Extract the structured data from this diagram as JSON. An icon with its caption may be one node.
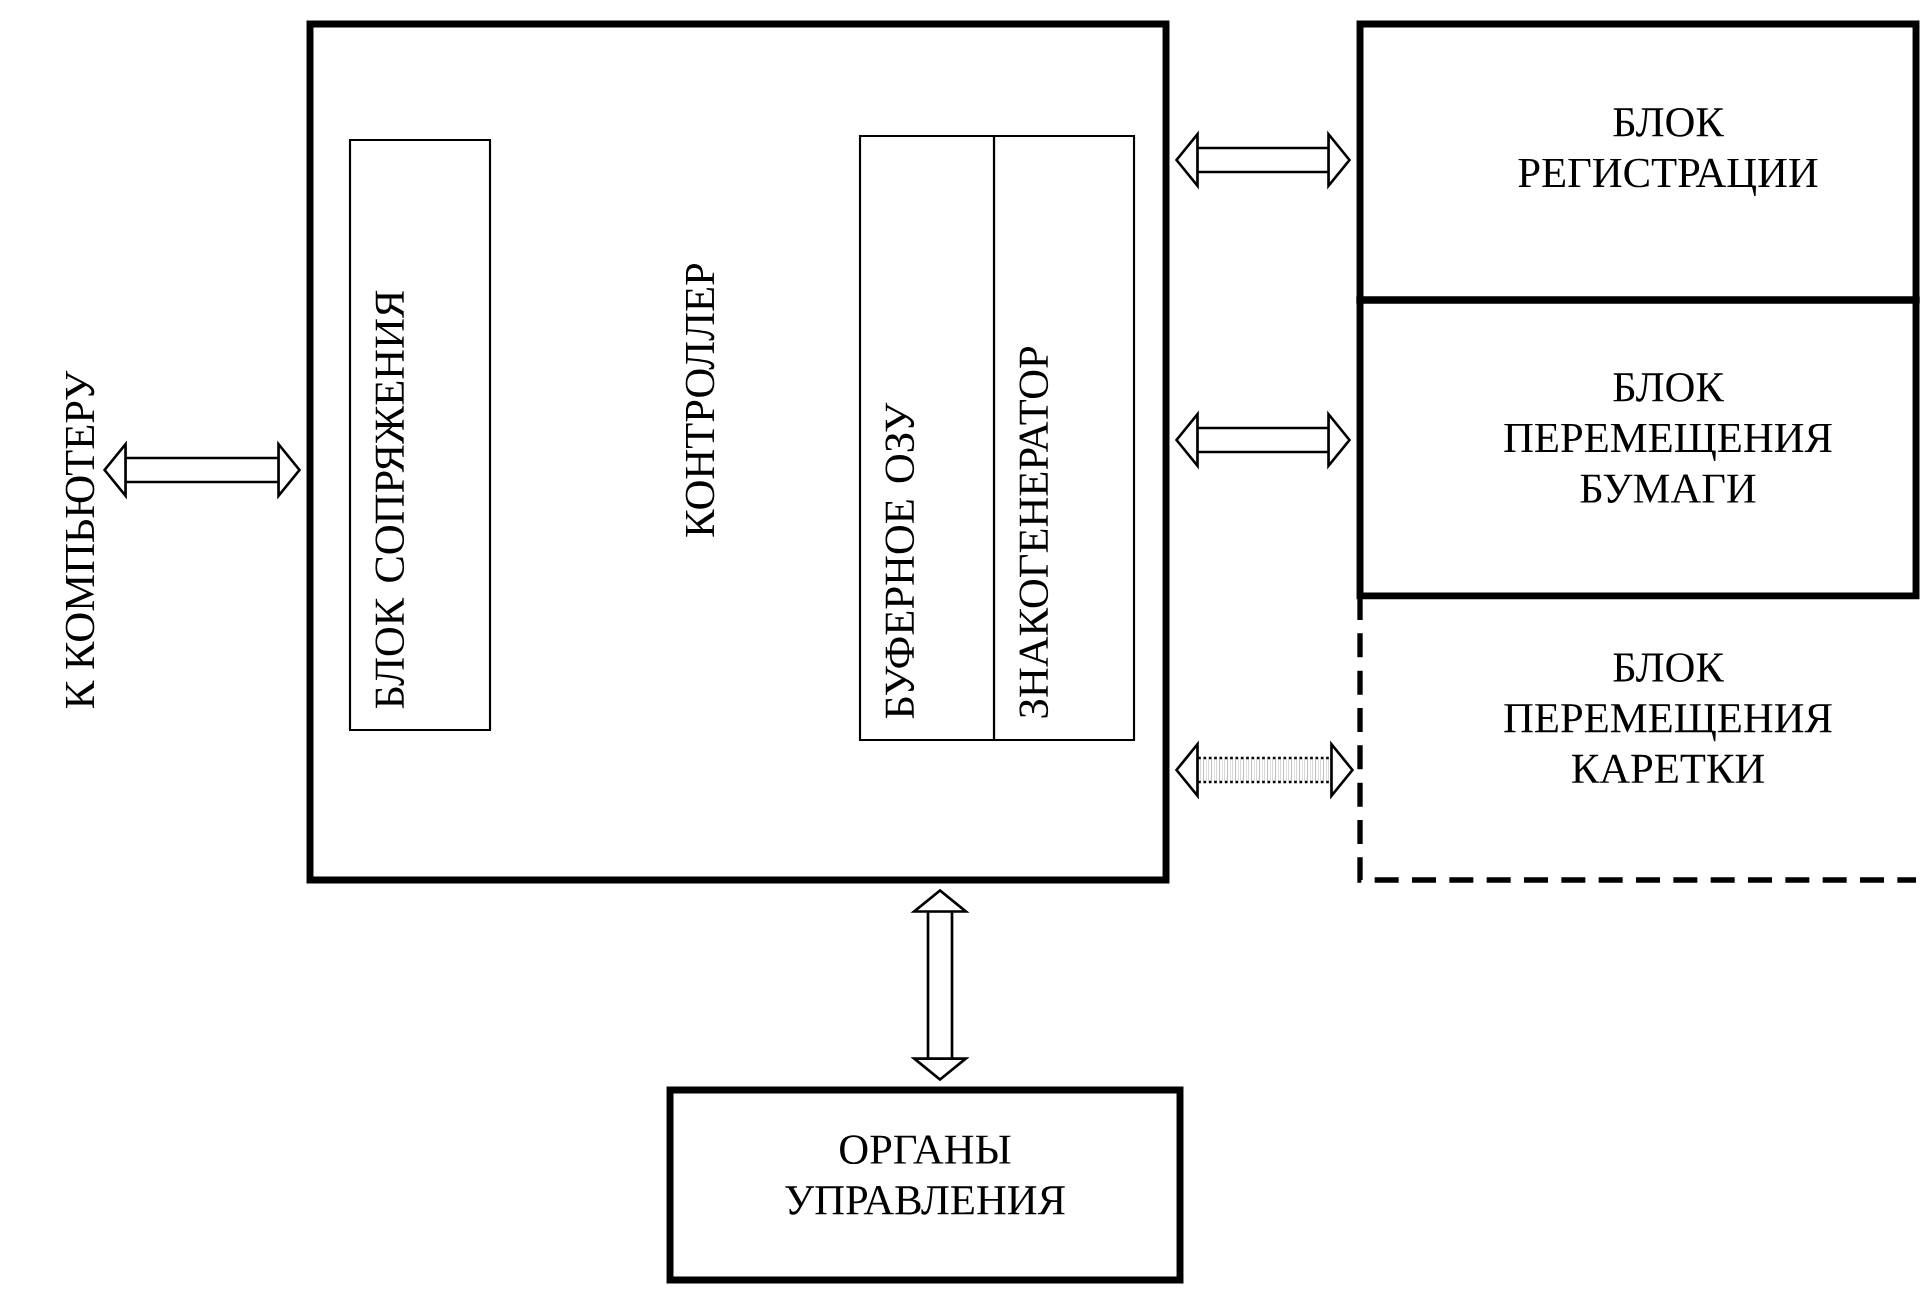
{
  "diagram": {
    "nodes": [
      {
        "text": [
          "КОНТРОЛЛЕР"
        ]
      },
      {
        "text": [
          "БЛОК СОПРЯЖЕНИЯ"
        ],
        "in": 0
      },
      {
        "text": [
          "БУФЕРНОЕ ОЗУ"
        ],
        "in": 0
      },
      {
        "text": [
          "ЗНАКОГЕНЕРАТОР"
        ],
        "in": 0
      },
      {
        "text": [
          "БЛОК РЕГИСТРАЦИИ"
        ]
      },
      {
        "text": [
          "БЛОК ПЕРЕМЕЩЕНИЯ БУМАГИ"
        ]
      },
      {
        "text": [
          "БЛОК ПЕРЕМЕЩЕНИЯ КАРЕТКИ"
        ]
      },
      {
        "text": [
          "ОРГАНЫ УПРАВЛЕНИЯ"
        ]
      },
      {
        "text": [
          "К КОМПЬЮТЕРУ"
        ]
      }
    ],
    "edges": [
      {
        "from": 8,
        "to": 0,
        "arrow": "both"
      },
      {
        "from": 0,
        "to": 4,
        "arrow": "both"
      },
      {
        "from": 0,
        "to": 5,
        "arrow": "both"
      },
      {
        "from": 0,
        "to": 6,
        "arrow": "both",
        "style": "dashed"
      },
      {
        "from": 0,
        "to": 7,
        "arrow": "both"
      }
    ]
  }
}
